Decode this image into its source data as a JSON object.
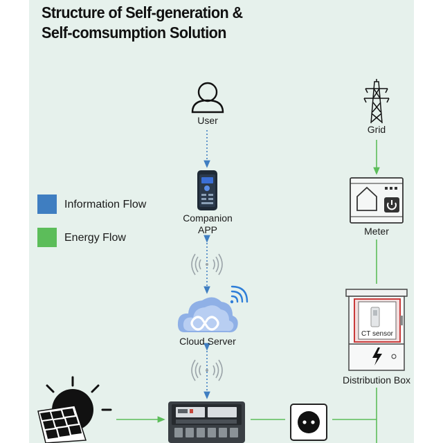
{
  "title": {
    "line1": "Structure of Self-generation &",
    "line2": "Self-comsumption Solution"
  },
  "legend": [
    {
      "label": "Information Flow",
      "color": "#3f7ec1"
    },
    {
      "label": "Energy Flow",
      "color": "#5cbd5a"
    }
  ],
  "nodes": {
    "user": "User",
    "companion_app_line1": "Companion",
    "companion_app_line2": "APP",
    "cloud_server": "Cloud Server",
    "grid": "Grid",
    "meter": "Meter",
    "ct_sensor": "CT sensor",
    "distribution_box": "Distribution Box"
  },
  "colors": {
    "background": "#e6f1ec",
    "information_flow": "#3f7ec1",
    "energy_flow": "#5cbd5a"
  },
  "icons": [
    "user-icon",
    "smartphone-icon",
    "wireless-signal-icon",
    "cloud-icon",
    "wifi-icon",
    "transmission-tower-icon",
    "meter-icon",
    "distribution-box-icon",
    "solar-panel-icon",
    "power-station-icon",
    "socket-icon"
  ]
}
